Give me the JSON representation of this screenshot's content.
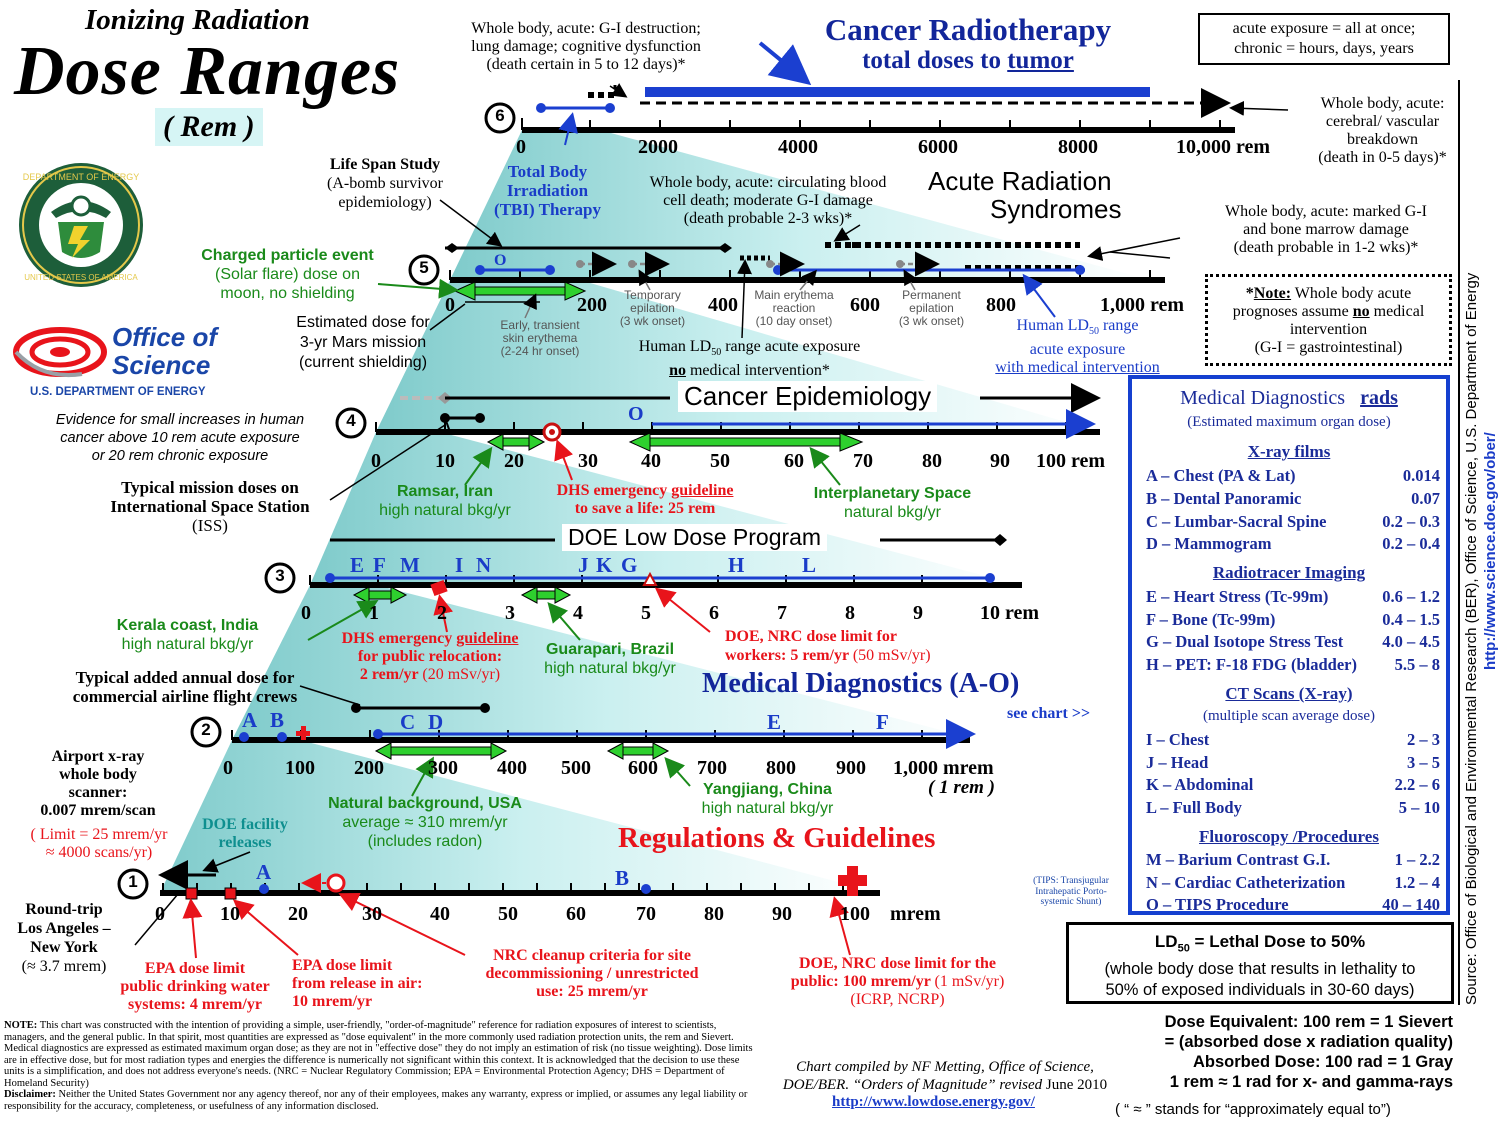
{
  "title": {
    "line1": "Ionizing Radiation",
    "line2": "Dose Ranges",
    "unit": "( Rem )"
  },
  "logos": {
    "office_line1": "Office of",
    "office_line2": "Science",
    "doe_line": "U.S. DEPARTMENT OF ENERGY",
    "seal_text": "DEPARTMENT OF ENERGY · UNITED STATES OF AMERICA"
  },
  "exposure_box": {
    "line1": "acute exposure = all at once;",
    "line2": "chronic = hours, days, years"
  },
  "scales": {
    "s6": {
      "number": "6",
      "ticks": [
        "0",
        "2000",
        "4000",
        "6000",
        "8000",
        "10,000 rem"
      ]
    },
    "s5": {
      "number": "5",
      "ticks": [
        "0",
        "200",
        "400",
        "600",
        "800",
        "1,000 rem"
      ]
    },
    "s4": {
      "number": "4",
      "ticks": [
        "0",
        "10",
        "20",
        "30",
        "40",
        "50",
        "60",
        "70",
        "80",
        "90",
        "100 rem"
      ]
    },
    "s3": {
      "number": "3",
      "ticks": [
        "0",
        "1",
        "2",
        "3",
        "4",
        "5",
        "6",
        "7",
        "8",
        "9",
        "10 rem"
      ]
    },
    "s2": {
      "number": "2",
      "ticks": [
        "0",
        "100",
        "200",
        "300",
        "400",
        "500",
        "600",
        "700",
        "800",
        "900",
        "1,000 mrem"
      ],
      "sub": "( 1 rem )"
    },
    "s1": {
      "number": "1",
      "ticks": [
        "0",
        "10",
        "20",
        "30",
        "40",
        "50",
        "60",
        "70",
        "80",
        "90",
        "100",
        "mrem"
      ]
    }
  },
  "s6": {
    "gi_line1": "Whole body, acute: G-I destruction;",
    "gi_line2": "lung damage; cognitive dysfunction",
    "gi_line3": "(death certain in 5 to 12 days)*",
    "radio_title": "Cancer Radiotherapy",
    "radio_sub": "total doses to ",
    "radio_sub_u": "tumor",
    "cereb_line1": "Whole body, acute:",
    "cereb_line2": "cerebral/ vascular",
    "cereb_line3": "breakdown",
    "cereb_line4": "(death in 0-5 days)*",
    "tbi_line1": "Total Body",
    "tbi_line2": "Irradiation",
    "tbi_line3": "(TBI) Therapy"
  },
  "s5": {
    "lss_line1": "Life Span Study",
    "lss_line2": "(A-bomb survivor",
    "lss_line3": "epidemiology)",
    "circ_line1": "Whole body, acute: circulating blood",
    "circ_line2": "cell death; moderate G-I damage",
    "circ_line3": "(death probable 2-3 wks)*",
    "ars_line1": "Acute Radiation",
    "ars_line2": "Syndromes",
    "marked_line1": "Whole body, acute: marked G-I",
    "marked_line2": "and bone marrow damage",
    "marked_line3": "(death probable in 1-2 wks)*",
    "cpe_title": "Charged particle event",
    "cpe_line2": "(Solar flare) dose on",
    "cpe_line3": "moon, no shielding",
    "mars_line1": "Estimated dose for",
    "mars_line2": "3-yr Mars mission",
    "mars_line3": "(current shielding)",
    "o_marker": "O",
    "temp_line1": "Temporary",
    "temp_line2": "epilation",
    "temp_line3": "(3 wk onset)",
    "early_line1": "Early, transient",
    "early_line2": "skin erythema",
    "early_line3": "(2-24 hr onset)",
    "main_line1": "Main erythema",
    "main_line2": "reaction",
    "main_line3": "(10 day onset)",
    "perm_line1": "Permanent",
    "perm_line2": "epilation",
    "perm_line3": "(3 wk onset)",
    "ld_no_line1": "Human LD",
    "ld_no_sub": "50",
    "ld_no_line1b": " range acute exposure",
    "ld_no_line2a": "no",
    "ld_no_line2b": " medical intervention*",
    "ld_med_line1": "Human LD",
    "ld_med_sub": "50",
    "ld_med_line1b": " range",
    "ld_med_line2": "acute exposure",
    "ld_med_line3": "with medical intervention"
  },
  "note_box": {
    "star": "*",
    "label": "Note:",
    "line1": "  Whole body acute",
    "line2a": "prognoses assume ",
    "line2b": "no",
    "line2c": " medical",
    "line3": "intervention",
    "line4": "(G-I = gastrointestinal)"
  },
  "s4": {
    "title": "Cancer Epidemiology",
    "evidence_line1": "Evidence for small increases in human",
    "evidence_line2": "cancer above 10 rem acute exposure",
    "evidence_line3": "or  20 rem chronic exposure",
    "iss_line1": "Typical mission doses on",
    "iss_line2": "International Space Station",
    "iss_line3": "(ISS)",
    "ramsar_line1": "Ramsar, Iran",
    "ramsar_line2": "high natural bkg/yr",
    "dhs_line1a": "DHS emergency ",
    "dhs_line1b": "guideline",
    "dhs_line2": "to save a life: 25 rem",
    "space_line1": "Interplanetary Space",
    "space_line2": "natural bkg/yr",
    "o_marker": "O"
  },
  "s3": {
    "title": "DOE Low Dose Program",
    "letters": {
      "E": "E",
      "F": "F",
      "M": "M",
      "I": "I",
      "N": "N",
      "J": "J",
      "K": "K",
      "G": "G",
      "H": "H",
      "L": "L"
    },
    "kerala_line1": "Kerala coast, India",
    "kerala_line2": "high natural bkg/yr",
    "dhs_line1a": "DHS emergency ",
    "dhs_line1b": "guideline",
    "dhs_line2": "for public relocation:",
    "dhs_line3a": "2 rem/yr ",
    "dhs_line3b": "(20 mSv/yr)",
    "guar_line1": "Guarapari, Brazil",
    "guar_line2": "high natural bkg/yr",
    "nrc_line1": "DOE, NRC dose limit for",
    "nrc_line2a": "workers: 5 rem/yr  ",
    "nrc_line2b": "(50 mSv/yr)"
  },
  "s2": {
    "title": "Medical Diagnostics (A-O)",
    "see_chart": "see chart  >>",
    "letters": {
      "A": "A",
      "B": "B",
      "C": "C",
      "D": "D",
      "E": "E",
      "F": "F"
    },
    "airline_line1": "Typical added annual dose for",
    "airline_line2": "commercial airline flight crews",
    "airport_line1": "Airport x-ray",
    "airport_line2": "whole body",
    "airport_line3": "scanner:",
    "airport_line4": "0.007 mrem/scan",
    "limit_line1": "( Limit  =  25 mrem/yr",
    "limit_line2": "≈ 4000 scans/yr)",
    "nbg_line1": "Natural background, USA",
    "nbg_line2": "average ≈ 310 mrem/yr",
    "nbg_line3": "(includes radon)",
    "yang_line1": "Yangjiang, China",
    "yang_line2": "high natural bkg/yr"
  },
  "s1": {
    "title": "Regulations & Guidelines",
    "letters": {
      "A": "A",
      "B": "B"
    },
    "facility_line1": "DOE facility",
    "facility_line2": "releases",
    "round_line1": "Round-trip",
    "round_line2": "Los Angeles –",
    "round_line3": "New York",
    "round_line4": "(≈ 3.7 mrem)",
    "epa4_line1": "EPA dose limit",
    "epa4_line2": "public drinking water",
    "epa4_line3": "systems: 4 mrem/yr",
    "epa10_line1": "EPA dose limit",
    "epa10_line2": "from release in air:",
    "epa10_line3": "10 mrem/yr",
    "nrc25_line1": "NRC cleanup criteria for site",
    "nrc25_line2": "decommissioning / unrestricted",
    "nrc25_line3": "use:  25 mrem/yr",
    "pub_line1": "DOE, NRC dose limit for the",
    "pub_line2a": "public: 100 mrem/yr  ",
    "pub_line2b": "(1 mSv/yr)",
    "pub_line3": "(ICRP, NCRP)",
    "tips_line1": "(TIPS: Transjugular",
    "tips_line2": "Intrahepatic Porto-",
    "tips_line3": "systemic Shunt)"
  },
  "med_chart": {
    "title": "Medical Diagnostics",
    "title_unit": "rads",
    "subtitle": "(Estimated maximum organ dose)",
    "sections": [
      {
        "name": "X-ray films",
        "rows": [
          {
            "label": "A – Chest (PA & Lat)",
            "value": "0.014"
          },
          {
            "label": "B – Dental Panoramic",
            "value": "0.07"
          },
          {
            "label": "C – Lumbar-Sacral Spine",
            "value": "0.2 – 0.3"
          },
          {
            "label": "D – Mammogram",
            "value": "0.2 – 0.4"
          }
        ]
      },
      {
        "name": "Radiotracer Imaging",
        "rows": [
          {
            "label": "E – Heart Stress  (Tc-99m)",
            "value": "0.6 – 1.2"
          },
          {
            "label": "F – Bone (Tc-99m)",
            "value": "0.4 – 1.5"
          },
          {
            "label": "G – Dual Isotope Stress Test",
            "value": "4.0 – 4.5"
          },
          {
            "label": "H – PET: F-18 FDG (bladder)",
            "value": "5.5 – 8"
          }
        ]
      },
      {
        "name": "CT Scans (X-ray)",
        "sub": "(multiple scan average dose)",
        "rows": [
          {
            "label": "I – Chest",
            "value": "2 – 3"
          },
          {
            "label": "J – Head",
            "value": "3 – 5"
          },
          {
            "label": "K – Abdominal",
            "value": "2.2 – 6"
          },
          {
            "label": "L – Full Body",
            "value": "5 – 10"
          }
        ]
      },
      {
        "name": "Fluoroscopy /Procedures",
        "rows": [
          {
            "label": "M – Barium Contrast G.I.",
            "value": "1 – 2.2"
          },
          {
            "label": "N – Cardiac Catheterization",
            "value": "1.2 – 4"
          },
          {
            "label": "O – TIPS  Procedure",
            "value": "40 – 140"
          }
        ]
      }
    ]
  },
  "ld50_box": {
    "label": "LD",
    "sub": "50",
    "label2": " =  Lethal Dose to 50%",
    "line2": "(whole body dose that results in lethality to",
    "line3": "50% of exposed individuals in 30-60 days)"
  },
  "dose_eq": {
    "line1": "Dose Equivalent: 100 rem = 1 Sievert",
    "line2": "= (absorbed dose x radiation quality)",
    "line3": "Absorbed Dose: 100 rad = 1 Gray",
    "line4": "1 rem ≈ 1 rad for x- and gamma-rays",
    "line5": "( “ ≈ ” stands for “approximately equal to”)"
  },
  "source": {
    "text": "Source: Office of Biological and Environmental Research (BER), Office of Science,  U.S. Department of Energy",
    "url": "http://www.science.doe.gov/ober/"
  },
  "compiled": {
    "line1": "Chart compiled by NF Metting, Office of Science,",
    "line2a": "DOE/BER. “Orders of Magnitude” revised ",
    "line2b": "June 2010",
    "url": "http://www.lowdose.energy.gov/"
  },
  "disclaimer": {
    "note_label": "NOTE:",
    "note_text": " This chart was constructed with the intention of providing a simple, user-friendly, \"order-of-magnitude\" reference for radiation exposures of interest to scientists, managers, and the general public.  In that spirit, most quantities are expressed as \"dose equivalent\" in the more commonly used radiation protection units, the rem and Sievert.  Medical diagnostics are expressed as estimated maximum organ dose; as they are not in \"effective dose\" they do not imply an estimation of risk (no tissue weighting).  Dose limits are in effective dose, but for most radiation types and energies the difference is numerically not significant within this context.  It is acknowledged that the decision to use these units is a simplification, and does not address everyone's needs.  (NRC = Nuclear Regulatory Commission; EPA = Environmental Protection Agency; DHS = Department of Homeland Security)",
    "disc_label": "Disclaimer:",
    "disc_text": " Neither the United States Government nor any agency thereof, nor any of their employees, makes any warranty, express or implied, or assumes any legal liability or responsibility for the accuracy, completeness, or usefulness of any information disclosed."
  }
}
